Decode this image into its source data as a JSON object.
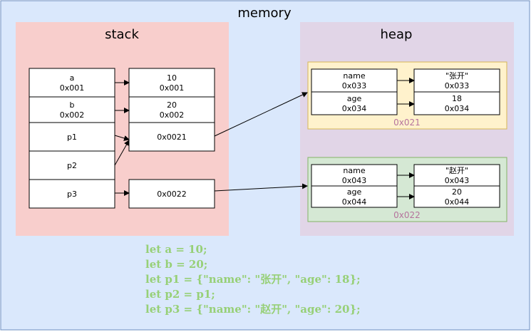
{
  "title": "memory",
  "stack": {
    "label": "stack",
    "vars": [
      {
        "name": "a",
        "addr": "0x001"
      },
      {
        "name": "b",
        "addr": "0x002"
      },
      {
        "name": "p1",
        "addr": ""
      },
      {
        "name": "p2",
        "addr": ""
      },
      {
        "name": "p3",
        "addr": ""
      }
    ],
    "values": [
      {
        "value": "10",
        "addr": "0x001"
      },
      {
        "value": "20",
        "addr": "0x002"
      },
      {
        "value": "0x0021",
        "addr": ""
      },
      {
        "value": "0x0022",
        "addr": ""
      }
    ]
  },
  "heap": {
    "label": "heap",
    "objects": [
      {
        "address": "0x021",
        "fill": "#fff2cc",
        "stroke": "#d6b656",
        "keys": [
          {
            "name": "name",
            "addr": "0x033"
          },
          {
            "name": "age",
            "addr": "0x034"
          }
        ],
        "vals": [
          {
            "value": "\"张开\"",
            "addr": "0x033"
          },
          {
            "value": "18",
            "addr": "0x034"
          }
        ]
      },
      {
        "address": "0x022",
        "fill": "#d5e8d4",
        "stroke": "#82b366",
        "keys": [
          {
            "name": "name",
            "addr": "0x043"
          },
          {
            "name": "age",
            "addr": "0x044"
          }
        ],
        "vals": [
          {
            "value": "\"赵开\"",
            "addr": "0x043"
          },
          {
            "value": "20",
            "addr": "0x044"
          }
        ]
      }
    ]
  },
  "code": [
    "let a = 10;",
    "let b = 20;",
    "let p1 = {\"name\": \"张开\", \"age\": 18};",
    "let p2 = p1;",
    "let p3 = {\"name\": \"赵开\", \"age\": 20};"
  ],
  "colors": {
    "memory_bg": "#dae8fc",
    "memory_border": "#6c8ebf",
    "stack_bg": "#f8cecc",
    "heap_bg": "#e1d5e7",
    "code_color": "#97d077",
    "heap_addr_color": "#b5739d"
  }
}
